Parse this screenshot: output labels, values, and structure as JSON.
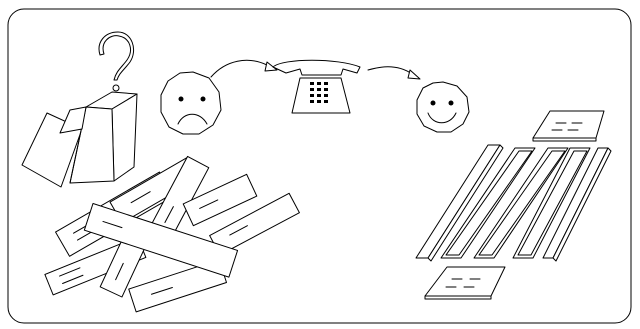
{
  "diagram": {
    "frame_color": "#000000",
    "background_color": "#ffffff",
    "scenes": [
      {
        "id": "confusion",
        "icons": [
          "question-mark-icon",
          "open-box-icon",
          "scattered-parts-icon"
        ]
      },
      {
        "id": "mood-before",
        "icons": [
          "sad-face-icon"
        ]
      },
      {
        "id": "support-call",
        "icons": [
          "telephone-icon",
          "arrow-right-icon"
        ]
      },
      {
        "id": "mood-after",
        "icons": [
          "happy-face-icon"
        ]
      },
      {
        "id": "assembled",
        "icons": [
          "organized-parts-icon"
        ]
      }
    ]
  }
}
